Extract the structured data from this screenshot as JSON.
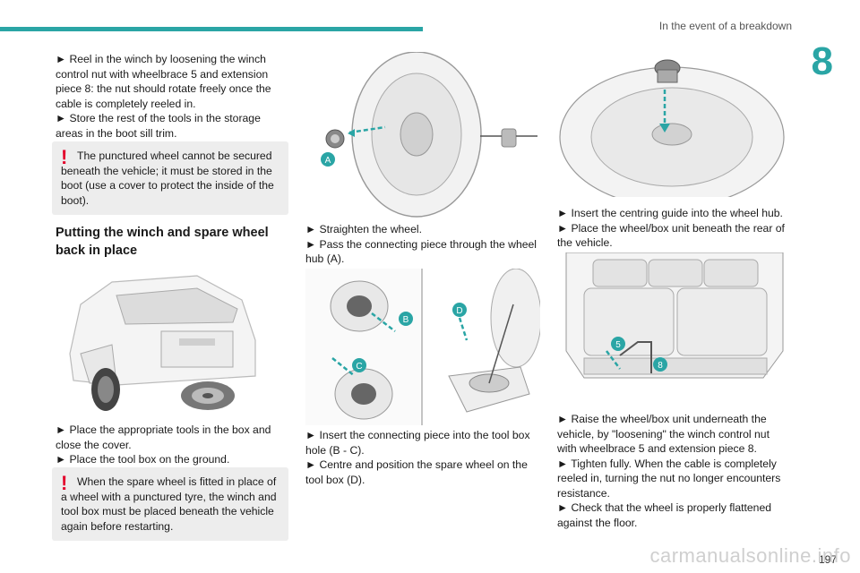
{
  "header": {
    "section_title": "In the event of a breakdown",
    "chapter_number": "8"
  },
  "col1": {
    "p1": "► Reel in the winch by loosening the winch control nut with wheelbrace 5 and extension piece 8: the nut should rotate freely once the cable is completely reeled in.",
    "p2": "► Store the rest of the tools in the storage areas in the boot sill trim.",
    "warn1": "The punctured wheel cannot be secured beneath the vehicle; it must be stored in the boot (use a cover to protect the inside of the boot).",
    "heading": "Putting the winch and spare wheel back in place",
    "p3": "► Place the appropriate tools in the box and close the cover.",
    "p4": "► Place the tool box on the ground.",
    "warn2": "When the spare wheel is fitted in place of a wheel with a punctured tyre, the winch and tool box must be placed beneath the vehicle again before restarting."
  },
  "col2": {
    "p1": "► Straighten the wheel.",
    "p2": "► Pass the connecting piece through the wheel hub (A).",
    "p3": "► Insert the connecting piece into the tool box hole (B - C).",
    "p4": "► Centre and position the spare wheel on the tool box (D).",
    "callouts": [
      "A",
      "B",
      "C",
      "D"
    ]
  },
  "col3": {
    "p1": "► Insert the centring guide into the wheel hub.",
    "p2": "► Place the wheel/box unit beneath the rear of the vehicle.",
    "p3": "► Raise the wheel/box unit underneath the vehicle, by \"loosening\" the winch control nut with wheelbrace 5 and extension piece 8.",
    "p4": "► Tighten fully. When the cable is completely reeled in, turning the nut no longer encounters resistance.",
    "p5": "► Check that the wheel is properly flattened against the floor.",
    "callouts": [
      "5",
      "8"
    ]
  },
  "footer": {
    "page_number": "197",
    "watermark": "carmanualsonline.info"
  },
  "colors": {
    "accent": "#2aa5a5",
    "warning": "#e3002b",
    "callout": "#2aa5a5"
  }
}
